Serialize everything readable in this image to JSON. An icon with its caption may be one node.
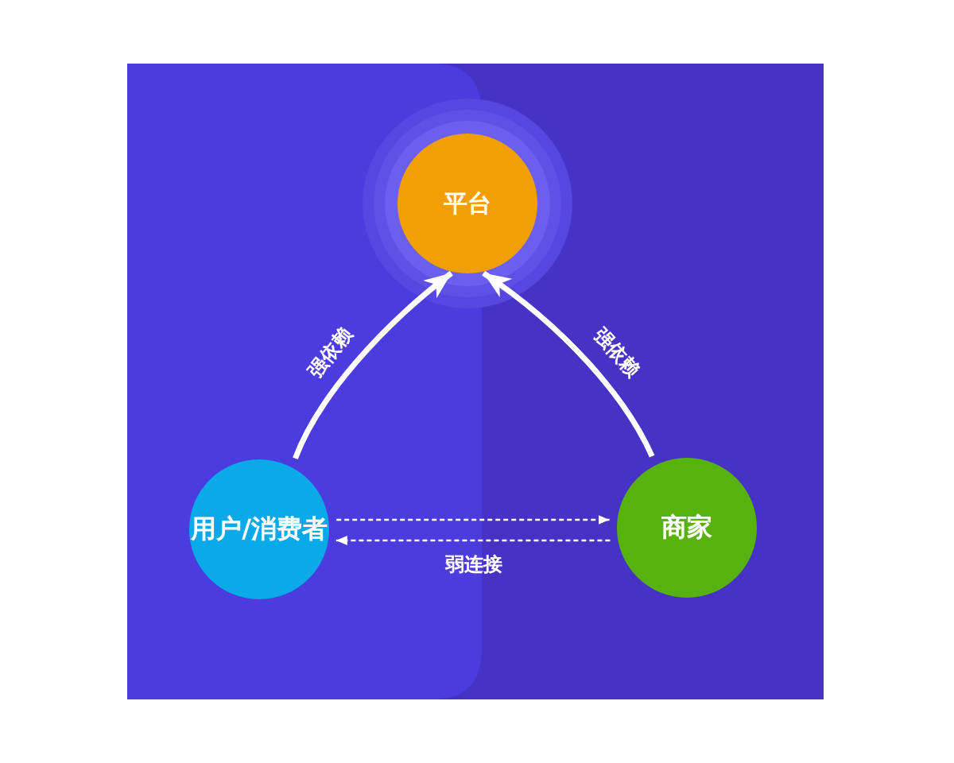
{
  "diagram": {
    "nodes": [
      {
        "text": [
          "平台"
        ]
      },
      {
        "text": [
          "用户/消费者"
        ]
      },
      {
        "text": [
          "商家"
        ]
      }
    ],
    "edges": [
      {
        "from": 1,
        "to": 0,
        "arrow": "to",
        "label": "强依赖",
        "style": "thick"
      },
      {
        "from": 2,
        "to": 0,
        "arrow": "to",
        "label": "强依赖",
        "style": "thick"
      },
      {
        "from": 1,
        "to": 2,
        "arrow": "to",
        "style": "dashed"
      },
      {
        "from": 2,
        "to": 1,
        "arrow": "to",
        "label": "弱连接",
        "style": "dashed"
      }
    ]
  }
}
